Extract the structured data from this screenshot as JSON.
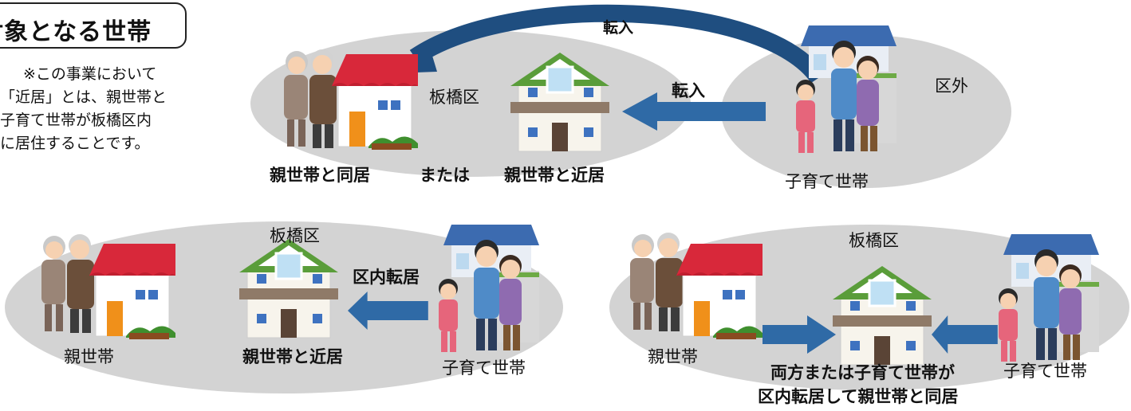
{
  "title": "対象となる世帯",
  "note_lines": [
    "※この事業において",
    "「近居」とは、親世帯と",
    "子育て世帯が板橋区内",
    "に居住することです。"
  ],
  "top": {
    "arrow_arc_label": "転入",
    "arrow_straight_label": "転入",
    "left_region": "板橋区",
    "right_region": "区外",
    "caption_cohabit": "親世帯と同居",
    "caption_or": "または",
    "caption_near": "親世帯と近居",
    "caption_child": "子育て世帯"
  },
  "bottom_left": {
    "region": "板橋区",
    "arrow_label": "区内転居",
    "caption_parent": "親世帯",
    "caption_near": "親世帯と近居",
    "caption_child": "子育て世帯"
  },
  "bottom_right": {
    "region": "板橋区",
    "caption_parent": "親世帯",
    "caption_child": "子育て世帯",
    "caption_main_1": "両方または子育て世帯が",
    "caption_main_2": "区内転居して親世帯と同居"
  },
  "colors": {
    "ellipse": "#d3d3d3",
    "arrow_blue": "#2f6aa6",
    "arrow_dark": "#1f4e80",
    "roof_red": "#d8283a",
    "roof_green": "#5a9d3a",
    "roof_blue": "#3c6bb0"
  },
  "icons": [
    "elderly-couple-icon",
    "red-roof-house-icon",
    "green-roof-house-icon",
    "family-with-blue-house-icon",
    "arrow-icon"
  ]
}
